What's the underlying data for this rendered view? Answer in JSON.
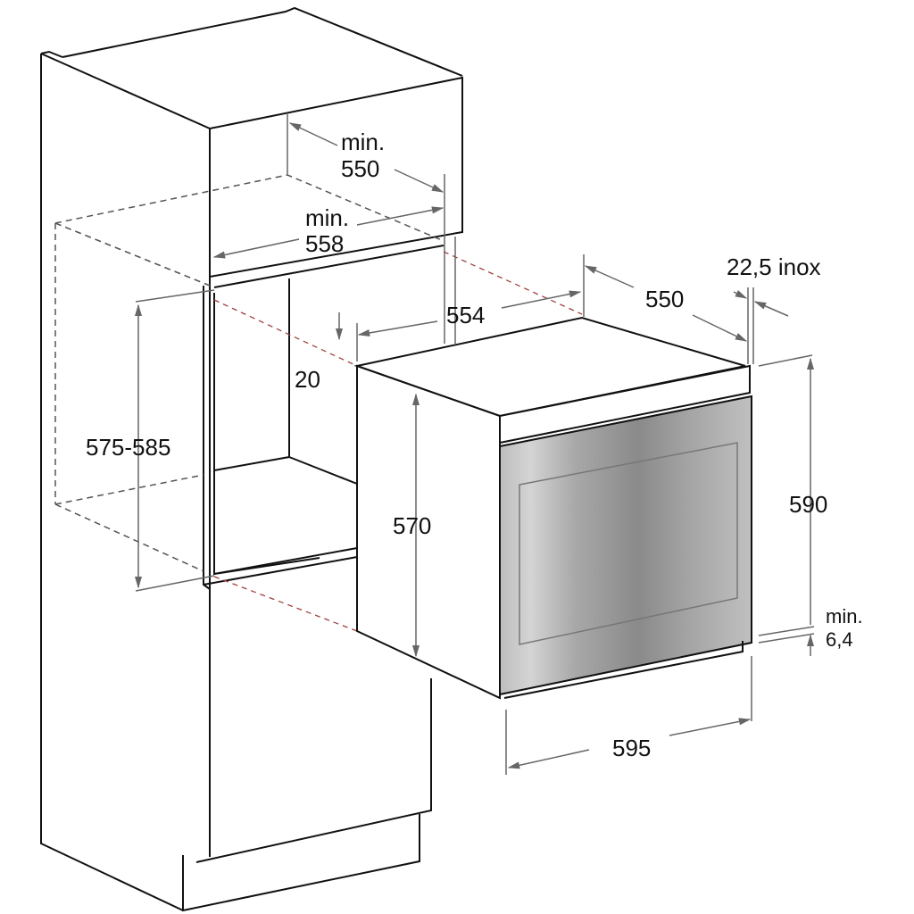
{
  "diagram": {
    "subject": "Built-in oven installation dimensions",
    "units": "mm",
    "colors": {
      "line": "#111111",
      "dimension": "#666666",
      "hidden_dashed": "#555555",
      "red_dashed": "#a04040",
      "steel_light": "#c8c8c8",
      "steel_dark": "#8a8a8a"
    },
    "labels": {
      "cabinet_depth_min_prefix": "min.",
      "cabinet_depth_min_value": "550",
      "niche_width_min_prefix": "min.",
      "niche_width_min_value": "558",
      "oven_body_width": "554",
      "oven_depth": "550",
      "front_panel_thickness": "22,5 inox",
      "top_offset": "20",
      "niche_height": "575-585",
      "oven_body_height": "570",
      "front_height": "590",
      "bottom_gap_prefix": "min.",
      "bottom_gap_value": "6,4",
      "front_width": "595"
    }
  }
}
